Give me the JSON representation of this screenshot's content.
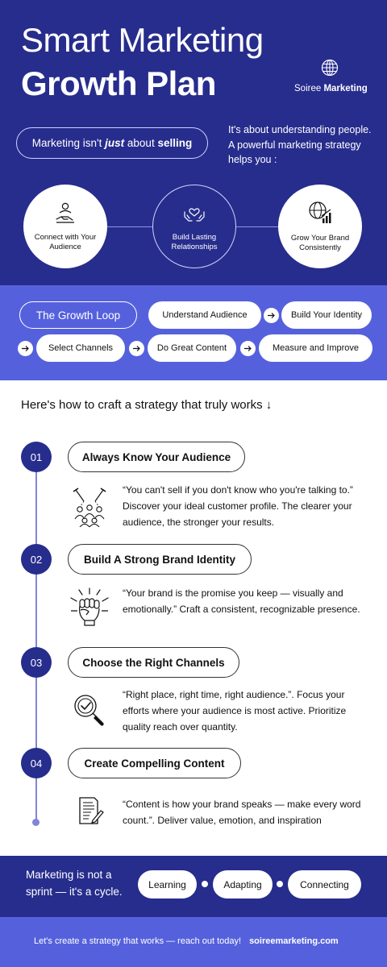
{
  "header": {
    "title_line1": "Smart Marketing",
    "title_line2": "Growth Plan",
    "brand_light": "Soiree",
    "brand_bold": "Marketing"
  },
  "intro": {
    "pill_pre": "Marketing isn't ",
    "pill_em": "just",
    "pill_mid": " about ",
    "pill_bold": "selling",
    "text": "It's about understanding people. A powerful marketing strategy helps you :"
  },
  "pillars": [
    {
      "label": "Connect with Your Audience",
      "icon": "handshake-person-icon"
    },
    {
      "label": "Build Lasting Relationships",
      "icon": "heart-hands-icon"
    },
    {
      "label": "Grow Your Brand Consistently",
      "icon": "globe-growth-icon"
    }
  ],
  "growth_loop": {
    "title": "The Growth Loop",
    "steps": [
      "Understand Audience",
      "Build Your Identity",
      "Select Channels",
      "Do Great Content",
      "Measure and Improve"
    ]
  },
  "how_heading": "Here's how to craft a strategy that truly works ↓",
  "steps": [
    {
      "num": "01",
      "title": "Always Know Your Audience",
      "icon": "audience-spotlight-icon",
      "desc": "“You can't sell if you don't know who you're talking to.” Discover your ideal customer profile. The clearer your audience, the stronger your results."
    },
    {
      "num": "02",
      "title": "Build A Strong Brand Identity",
      "icon": "fist-icon",
      "desc": "“Your brand is the promise you keep — visually and emotionally.” Craft a consistent, recognizable presence."
    },
    {
      "num": "03",
      "title": "Choose the Right Channels",
      "icon": "magnifier-check-icon",
      "desc": "“Right place, right time, right audience.”. Focus your efforts where your audience is most active. Prioritize quality reach over quantity."
    },
    {
      "num": "04",
      "title": "Create Compelling Content",
      "icon": "document-pen-icon",
      "desc": "“Content is how your brand speaks — make every word count.”. Deliver value, emotion, and inspiration"
    }
  ],
  "footer": {
    "cycle_text": "Marketing is not a sprint — it's a cycle.",
    "cycle": [
      "Learning",
      "Adapting",
      "Connecting"
    ],
    "cta": "Let's create a strategy that works — reach out today!",
    "site": "soireemarketing.com"
  },
  "colors": {
    "navy": "#272d8c",
    "periwinkle": "#5561dc",
    "line": "#7f86d6"
  }
}
